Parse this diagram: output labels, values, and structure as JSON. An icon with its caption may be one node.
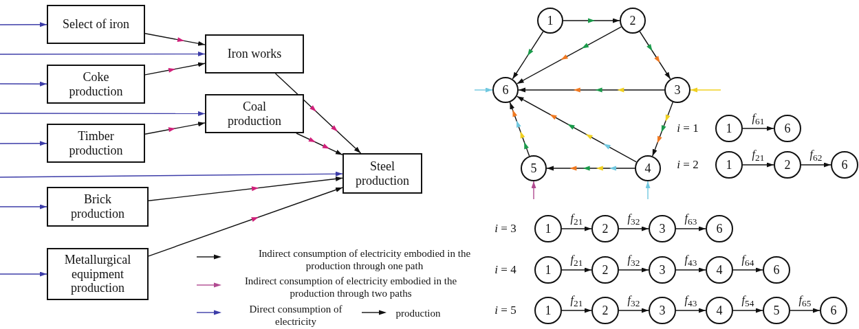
{
  "diagram": {
    "nodes": [
      {
        "text": [
          "Select of iron"
        ]
      },
      {
        "text": [
          "Iron works"
        ]
      },
      {
        "text": [
          "Coke production"
        ]
      },
      {
        "text": [
          "Coal production"
        ]
      },
      {
        "text": [
          "Timber production"
        ]
      },
      {
        "text": [
          "Steel production"
        ]
      },
      {
        "text": [
          "Brick production"
        ]
      },
      {
        "text": [
          "Metallurgical equipment production"
        ]
      },
      {
        "text": [
          "1"
        ]
      },
      {
        "text": [
          "2"
        ]
      },
      {
        "text": [
          "6"
        ]
      },
      {
        "text": [
          "3"
        ]
      },
      {
        "text": [
          "5"
        ]
      },
      {
        "text": [
          "4"
        ]
      },
      {
        "text": [
          "1"
        ]
      },
      {
        "text": [
          "6"
        ]
      },
      {
        "text": [
          "1"
        ]
      },
      {
        "text": [
          "2"
        ]
      },
      {
        "text": [
          "6"
        ]
      },
      {
        "text": [
          "1"
        ]
      },
      {
        "text": [
          "2"
        ]
      },
      {
        "text": [
          "3"
        ]
      },
      {
        "text": [
          "6"
        ]
      },
      {
        "text": [
          "1"
        ]
      },
      {
        "text": [
          "2"
        ]
      },
      {
        "text": [
          "3"
        ]
      },
      {
        "text": [
          "4"
        ]
      },
      {
        "text": [
          "6"
        ]
      },
      {
        "text": [
          "1"
        ]
      },
      {
        "text": [
          "2"
        ]
      },
      {
        "text": [
          "3"
        ]
      },
      {
        "text": [
          "4"
        ]
      },
      {
        "text": [
          "5"
        ]
      },
      {
        "text": [
          "6"
        ]
      }
    ],
    "edges": [
      {
        "from": null,
        "to": 0,
        "arrow": "to",
        "color": "#3c3ca8"
      },
      {
        "from": null,
        "to": 1,
        "arrow": "to",
        "color": "#3c3ca8"
      },
      {
        "from": null,
        "to": 2,
        "arrow": "to",
        "color": "#3c3ca8"
      },
      {
        "from": null,
        "to": 3,
        "arrow": "to",
        "color": "#3c3ca8"
      },
      {
        "from": null,
        "to": 4,
        "arrow": "to",
        "color": "#3c3ca8"
      },
      {
        "from": null,
        "to": 5,
        "arrow": "to",
        "color": "#3c3ca8"
      },
      {
        "from": null,
        "to": 6,
        "arrow": "to",
        "color": "#3c3ca8"
      },
      {
        "from": null,
        "to": 7,
        "arrow": "to",
        "color": "#3c3ca8"
      },
      {
        "from": 0,
        "to": 1,
        "arrow": "to"
      },
      {
        "from": 2,
        "to": 1,
        "arrow": "to"
      },
      {
        "from": 4,
        "to": 3,
        "arrow": "to"
      },
      {
        "from": 1,
        "to": 5,
        "arrow": "to"
      },
      {
        "from": 3,
        "to": 5,
        "arrow": "to"
      },
      {
        "from": 6,
        "to": 5,
        "arrow": "to"
      },
      {
        "from": 7,
        "to": 5,
        "arrow": "to"
      },
      {
        "from": 8,
        "to": 9,
        "arrow": "to"
      },
      {
        "from": 8,
        "to": 10,
        "arrow": "to"
      },
      {
        "from": 9,
        "to": 10,
        "arrow": "to"
      },
      {
        "from": 9,
        "to": 11,
        "arrow": "to"
      },
      {
        "from": 11,
        "to": 10,
        "arrow": "to"
      },
      {
        "from": 11,
        "to": 13,
        "arrow": "to"
      },
      {
        "from": 13,
        "to": 10,
        "arrow": "to"
      },
      {
        "from": 13,
        "to": 12,
        "arrow": "to"
      },
      {
        "from": 12,
        "to": 10,
        "arrow": "to"
      },
      {
        "from": null,
        "to": 10,
        "arrow": "to",
        "color": "#70c8e0"
      },
      {
        "from": null,
        "to": 11,
        "arrow": "to",
        "color": "#f0d020"
      },
      {
        "from": null,
        "to": 13,
        "arrow": "to",
        "color": "#70c8e0"
      },
      {
        "from": null,
        "to": 12,
        "arrow": "to",
        "color": "#b04a90"
      },
      {
        "from": 14,
        "to": 15,
        "arrow": "to",
        "label": "*f*$_{61}$"
      },
      {
        "from": 16,
        "to": 17,
        "arrow": "to",
        "label": "*f*$_{21}$"
      },
      {
        "from": 17,
        "to": 18,
        "arrow": "to",
        "label": "*f*$_{62}$"
      },
      {
        "from": 19,
        "to": 20,
        "arrow": "to",
        "label": "*f*$_{21}$"
      },
      {
        "from": 20,
        "to": 21,
        "arrow": "to",
        "label": "*f*$_{32}$"
      },
      {
        "from": 21,
        "to": 22,
        "arrow": "to",
        "label": "*f*$_{63}$"
      },
      {
        "from": 23,
        "to": 24,
        "arrow": "to",
        "label": "*f*$_{21}$"
      },
      {
        "from": 24,
        "to": 25,
        "arrow": "to",
        "label": "*f*$_{32}$"
      },
      {
        "from": 25,
        "to": 26,
        "arrow": "to",
        "label": "*f*$_{43}$"
      },
      {
        "from": 26,
        "to": 27,
        "arrow": "to",
        "label": "*f*$_{64}$"
      },
      {
        "from": 28,
        "to": 29,
        "arrow": "to",
        "label": "*f*$_{21}$"
      },
      {
        "from": 29,
        "to": 30,
        "arrow": "to",
        "label": "*f*$_{32}$"
      },
      {
        "from": 30,
        "to": 31,
        "arrow": "to",
        "label": "*f*$_{43}$"
      },
      {
        "from": 31,
        "to": 32,
        "arrow": "to",
        "label": "*f*$_{54}$"
      },
      {
        "from": 32,
        "to": 33,
        "arrow": "to",
        "label": "*f*$_{65}$"
      }
    ],
    "labels": [
      "*i* = 1",
      "*i* = 2",
      "*i* = 3",
      "*i* = 4",
      "*i* = 5"
    ],
    "legend": [
      {
        "text": "Indirect consumption of electricity embodied in the production through one path"
      },
      {
        "text": "Indirect consumption of electricity embodied in the production through two paths"
      },
      {
        "text": "Direct consumption of electricity"
      },
      {
        "text": "production"
      }
    ]
  }
}
